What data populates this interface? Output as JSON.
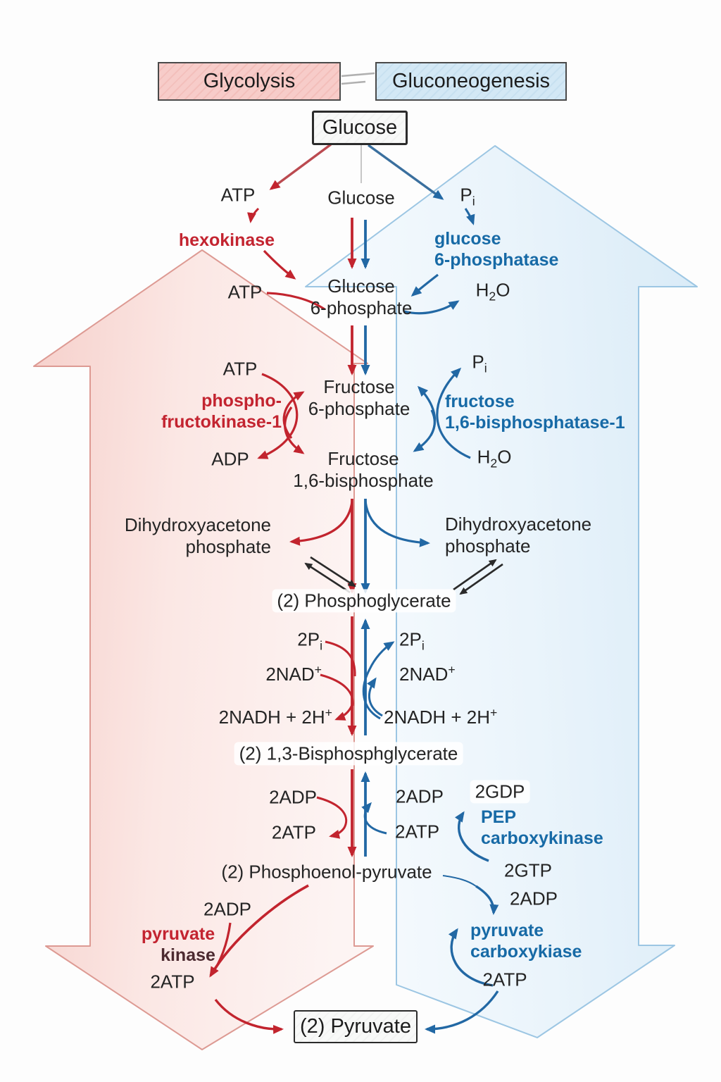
{
  "title_boxes": {
    "glycolysis": "Glycolysis",
    "gluconeogenesis": "Gluconeogenesis"
  },
  "boxes": {
    "glucose": "Glucose",
    "pyruvate": "(2) Pyruvate"
  },
  "colors": {
    "glycolysis_red": "#c32430",
    "gluconeogenesis_blue": "#176aa6",
    "pink_arrow_fill": "#f7d3ce",
    "blue_arrow_fill": "#d9ebf7",
    "text_dark": "#242424"
  },
  "nodes": {
    "atp_a": {
      "text": "ATP"
    },
    "glucose_mid": {
      "text": "Glucose"
    },
    "pi_a": {
      "text": "P~i~"
    },
    "hexokinase": {
      "text": "hexokinase"
    },
    "g6pase": {
      "text": "glucose\n6-phosphatase"
    },
    "atp_b": {
      "text": "ATP"
    },
    "g6p": {
      "text": "Glucose\n6-phosphate"
    },
    "h2o_a": {
      "text": "H~2~O"
    },
    "atp_c": {
      "text": "ATP"
    },
    "pi_b": {
      "text": "P~i~"
    },
    "pfk": {
      "text": "phospho-\nfructokinase-1"
    },
    "f6p": {
      "text": "Fructose\n6-phosphate"
    },
    "fbpase": {
      "text": "fructose\n1,6-bisphosphatase-1"
    },
    "adp_a": {
      "text": "ADP"
    },
    "f16bp": {
      "text": "Fructose\n1,6-bisphosphate"
    },
    "h2o_b": {
      "text": "H~2~O"
    },
    "dhap_l": {
      "text": "Dihydroxyacetone\nphosphate"
    },
    "dhap_r": {
      "text": "Dihydroxyacetone\nphosphate"
    },
    "pg2": {
      "text": "(2) Phosphoglycerate"
    },
    "pi2_l": {
      "text": "2P~i~"
    },
    "pi2_r": {
      "text": "2P~i~"
    },
    "nad_l": {
      "text": "2NAD^+^"
    },
    "nad_r": {
      "text": "2NAD^+^"
    },
    "nadh_l": {
      "text": "2NADH + 2H^+^"
    },
    "nadh_r": {
      "text": "2NADH + 2H^+^"
    },
    "bpg": {
      "text": "(2) 1,3-Bisphosphglycerate"
    },
    "adp2_l": {
      "text": "2ADP"
    },
    "adp2_r": {
      "text": "2ADP"
    },
    "gdp": {
      "text": "2GDP"
    },
    "atp2_l": {
      "text": "2ATP"
    },
    "atp2_r": {
      "text": "2ATP"
    },
    "pepck": {
      "text": "PEP\ncarboxykinase"
    },
    "pep": {
      "text": "(2) Phosphoenol-pyruvate"
    },
    "gtp": {
      "text": "2GTP"
    },
    "adp3_l": {
      "text": "2ADP"
    },
    "adp3_r": {
      "text": "2ADP"
    },
    "pk1": {
      "text": "pyruvate"
    },
    "pk2": {
      "text": "kinase"
    },
    "pc": {
      "text": "pyruvate\ncarboxykiase"
    },
    "atp3_l": {
      "text": "2ATP"
    },
    "atp3_r": {
      "text": "2ATP"
    }
  }
}
